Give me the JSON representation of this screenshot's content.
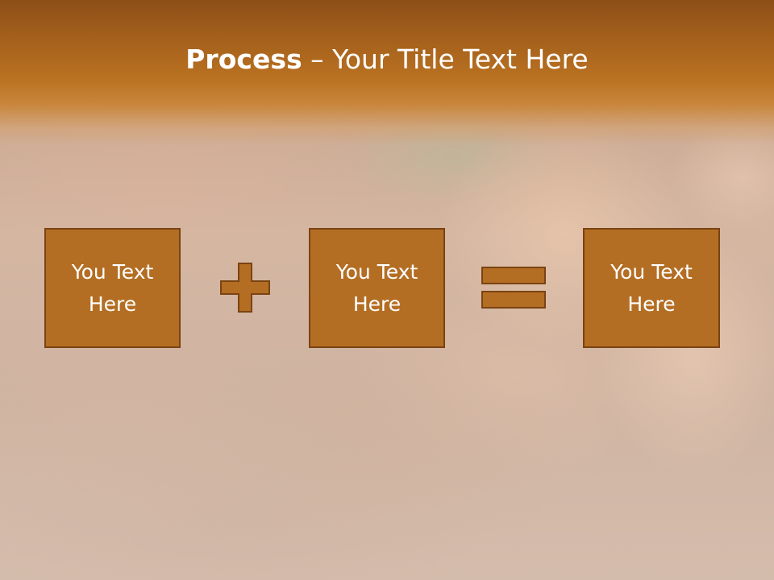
{
  "slide": {
    "title_bold": "Process",
    "title_rest": " – Your Title Text Here"
  },
  "process": {
    "boxes": [
      {
        "label": "You Text Here"
      },
      {
        "label": "You Text Here"
      },
      {
        "label": "You Text Here"
      }
    ],
    "operators": [
      "plus-icon",
      "equals-icon"
    ]
  },
  "colors": {
    "title_band": "#b06a1f",
    "box_fill": "#b46e23",
    "box_border": "#7a4312",
    "text": "#ffffff"
  }
}
